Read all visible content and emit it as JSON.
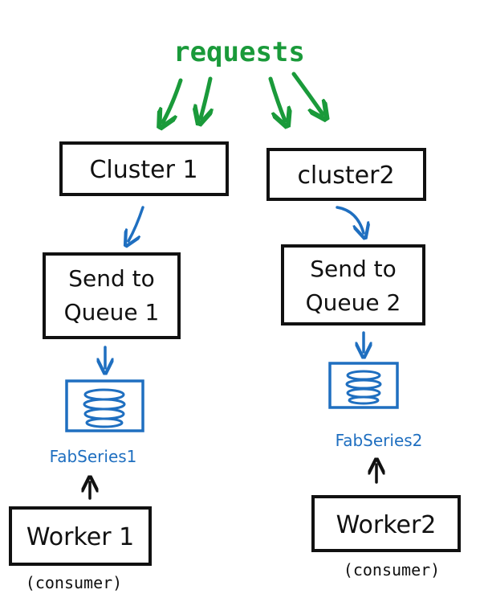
{
  "colors": {
    "green": "#1a9a3a",
    "blue": "#1f6fc0",
    "black": "#111111"
  },
  "requests_label": "requests",
  "clusters": [
    {
      "label": "Cluster 1"
    },
    {
      "label": "cluster2"
    }
  ],
  "send_boxes": [
    {
      "line1": "Send to",
      "line2": "Queue 1"
    },
    {
      "line1": "Send to",
      "line2": "Queue 2"
    }
  ],
  "queues": [
    {
      "label": "FabSeries1",
      "icon": "database-stack-icon"
    },
    {
      "label": "FabSeries2",
      "icon": "database-stack-icon"
    }
  ],
  "workers": [
    {
      "label": "Worker 1",
      "note": "(consumer)"
    },
    {
      "label": "Worker2",
      "note": "(consumer)"
    }
  ]
}
